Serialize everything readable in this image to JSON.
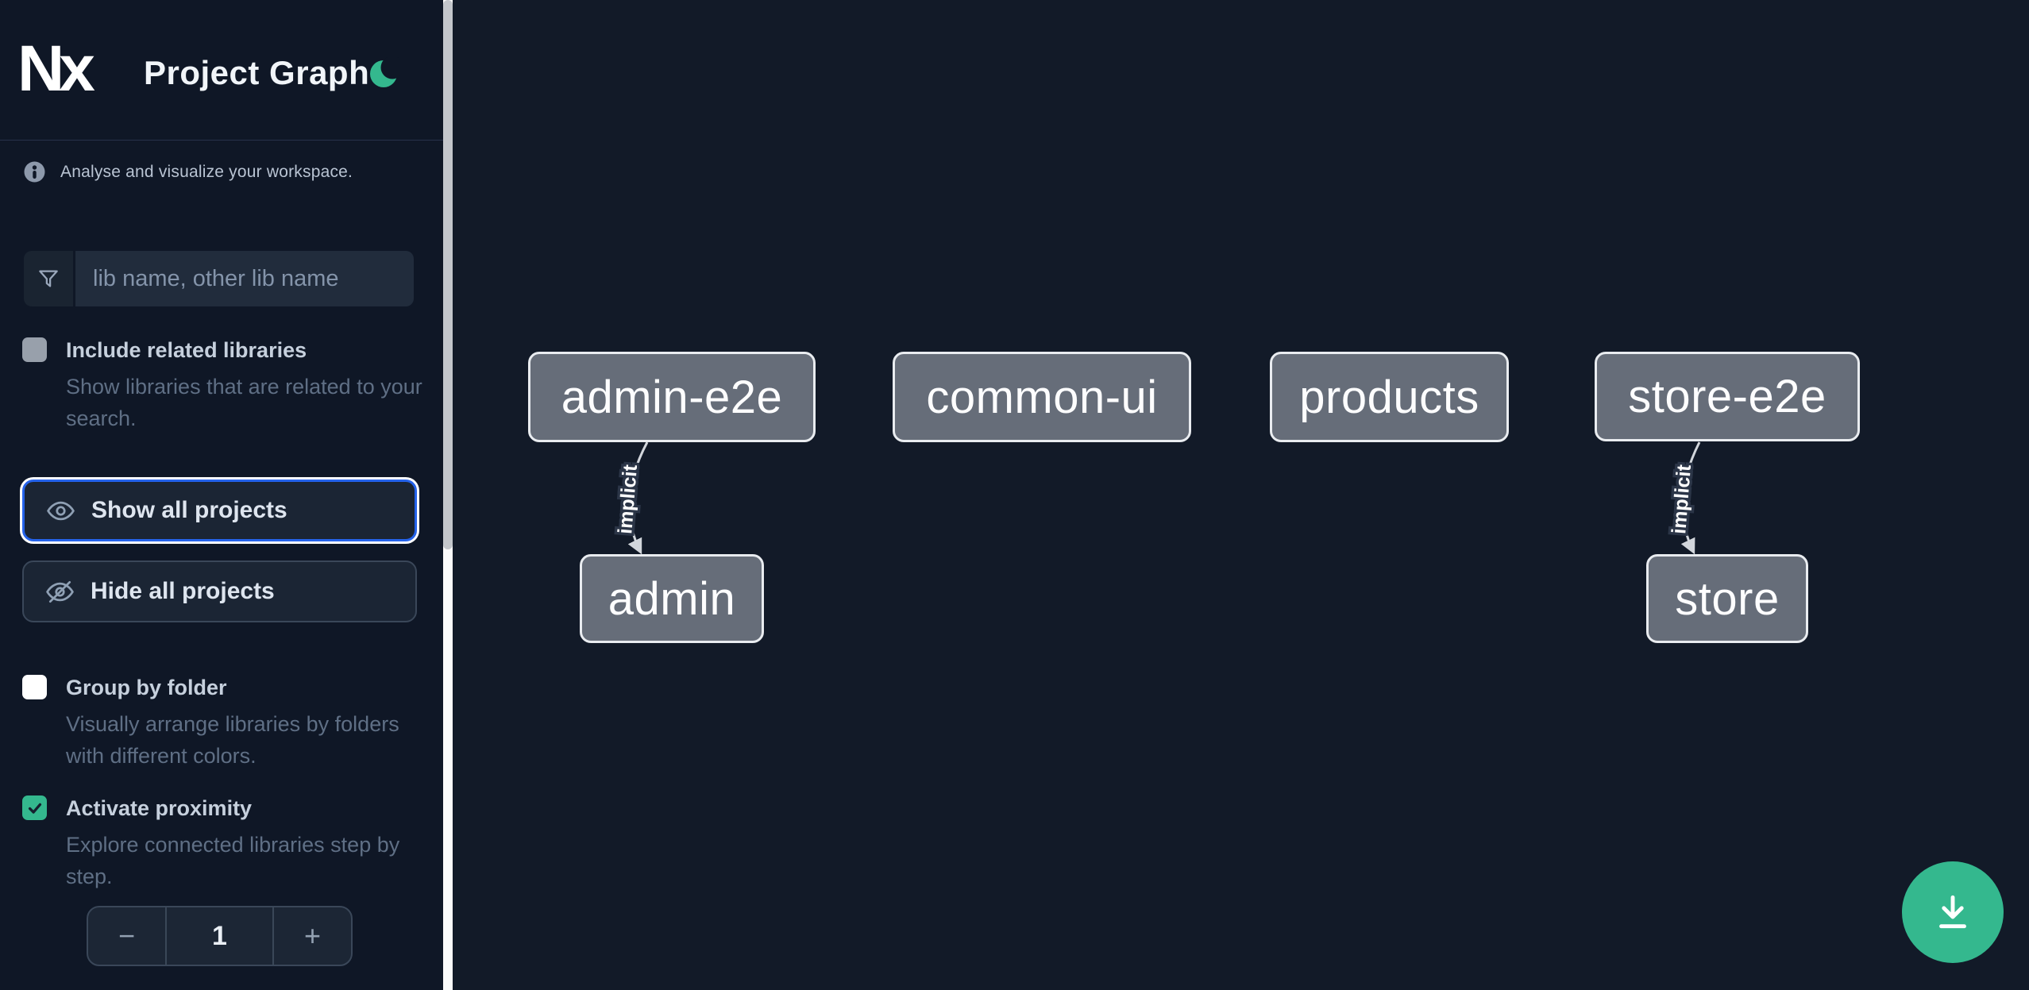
{
  "header": {
    "app_name": "Nx",
    "title": "Project Graph"
  },
  "sidebar": {
    "tagline": "Analyse and visualize your workspace.",
    "filter_placeholder": "lib name, other lib name",
    "options": [
      {
        "label": "Include related libraries",
        "description": "Show libraries that are related to your search.",
        "checked": false
      },
      {
        "label": "Group by folder",
        "description": "Visually arrange libraries by folders with different colors.",
        "checked": false
      },
      {
        "label": "Activate proximity",
        "description": "Explore connected libraries step by step.",
        "checked": true
      }
    ],
    "show_all_label": "Show all projects",
    "hide_all_label": "Hide all projects",
    "stepper": {
      "decrement": "−",
      "value": "1",
      "increment": "+"
    }
  },
  "graph": {
    "nodes": [
      "admin-e2e",
      "common-ui",
      "products",
      "store-e2e",
      "admin",
      "store"
    ],
    "edges": [
      {
        "source": "admin-e2e",
        "target": "admin",
        "label": "implicit"
      },
      {
        "source": "store-e2e",
        "target": "store",
        "label": "implicit"
      }
    ]
  },
  "colors": {
    "accent_green": "#34b88e",
    "focus_blue": "#2563eb",
    "node_fill": "#666d79",
    "node_border": "#e9ecf0",
    "edge": "#d2d6dc",
    "sidebar_bg": "#0f1726",
    "canvas_bg": "#121a28"
  }
}
